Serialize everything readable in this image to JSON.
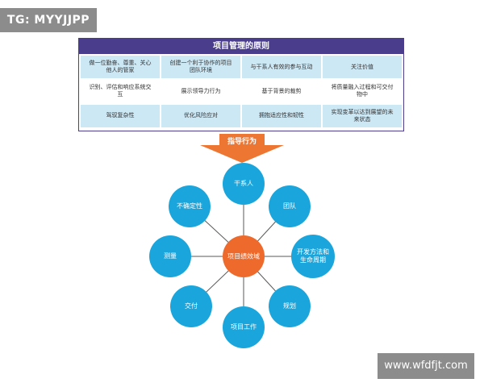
{
  "watermarks": {
    "top_left": "TG: MYYJJPP",
    "bottom_right": "www.wfdfjt.com"
  },
  "principles": {
    "title": "项目管理的原则",
    "cells": [
      "做一位勤奋、尊重、关心他人的管家",
      "创建一个利于协作的项目团队环境",
      "与干系人有效的参与互动",
      "关注价值",
      "识别、评估和响应系统交互",
      "展示领导力行为",
      "基于背景的裁剪",
      "将质量融入过程和可交付物中",
      "驾驭复杂性",
      "优化风险应对",
      "拥抱适应性和韧性",
      "实现变革以达到展望的未来状态"
    ]
  },
  "arrow": {
    "label": "指导行为"
  },
  "performance": {
    "center": "项目绩效域",
    "domains": [
      "干系人",
      "团队",
      "开发方法和生命周期",
      "规划",
      "项目工作",
      "交付",
      "测量",
      "不确定性"
    ]
  },
  "colors": {
    "header": "#4a3e8c",
    "cell_blue": "#cde8f5",
    "arrow": "#ee7633",
    "center": "#ee6a2c",
    "node": "#1aa6dc",
    "connector": "#5a5a5a",
    "watermark": "#8c8c8c"
  }
}
